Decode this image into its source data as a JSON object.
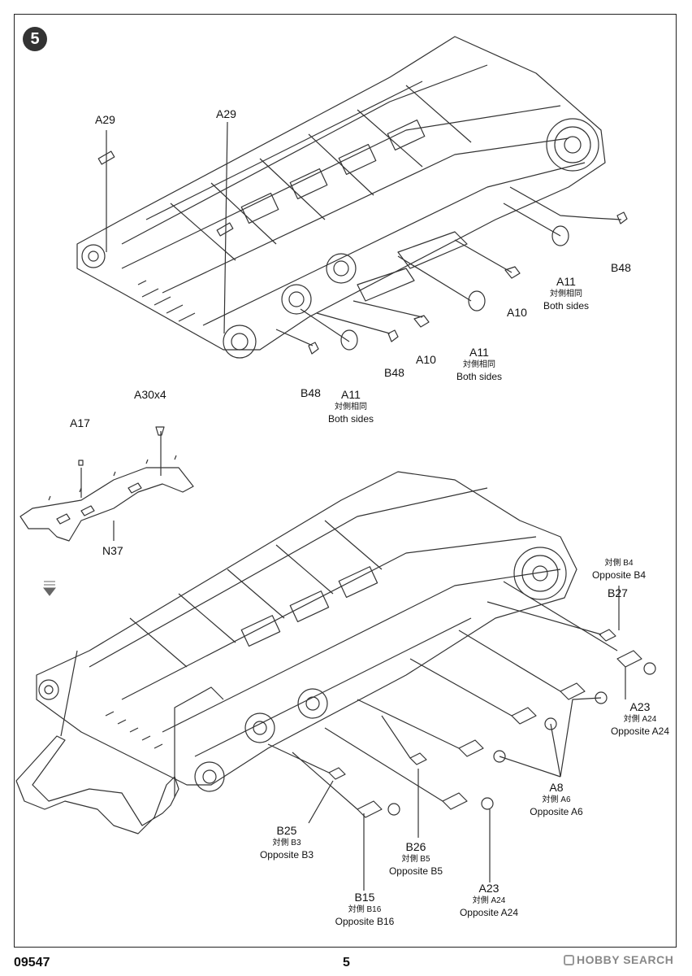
{
  "step": {
    "number": "5"
  },
  "footer": {
    "product_code": "09547",
    "page_number": "5"
  },
  "watermark": {
    "text": "HOBBY SEARCH"
  },
  "colors": {
    "ink": "#111111",
    "line": "#333333",
    "badge": "#333333"
  },
  "top_callouts": {
    "a29_left": "A29",
    "a29_right": "A29",
    "a11_right": {
      "code": "A11",
      "jp": "対側相同",
      "en": "Both sides"
    },
    "b48_right": "B48",
    "a10_right": "A10",
    "a11_mid": {
      "code": "A11",
      "jp": "対側相同",
      "en": "Both sides"
    },
    "a10_mid": "A10",
    "b48_mid": "B48",
    "b48_left": "B48",
    "a11_left": {
      "code": "A11",
      "jp": "対側相同",
      "en": "Both sides"
    }
  },
  "sub_assembly": {
    "a30": "A30x4",
    "a17": "A17",
    "n37": "N37"
  },
  "bottom_callouts": {
    "b4": {
      "jp": "対側 B4",
      "en": "Opposite B4"
    },
    "b27": "B27",
    "a23_right": {
      "code": "A23",
      "jp": "対側 A24",
      "en": "Opposite A24"
    },
    "a8": {
      "code": "A8",
      "jp": "対側 A6",
      "en": "Opposite A6"
    },
    "b25": {
      "code": "B25",
      "jp": "対側 B3",
      "en": "Opposite B3"
    },
    "b26": {
      "code": "B26",
      "jp": "対側 B5",
      "en": "Opposite B5"
    },
    "a23_bottom": {
      "code": "A23",
      "jp": "対側 A24",
      "en": "Opposite A24"
    },
    "b15": {
      "code": "B15",
      "jp": "対側 B16",
      "en": "Opposite B16"
    }
  }
}
